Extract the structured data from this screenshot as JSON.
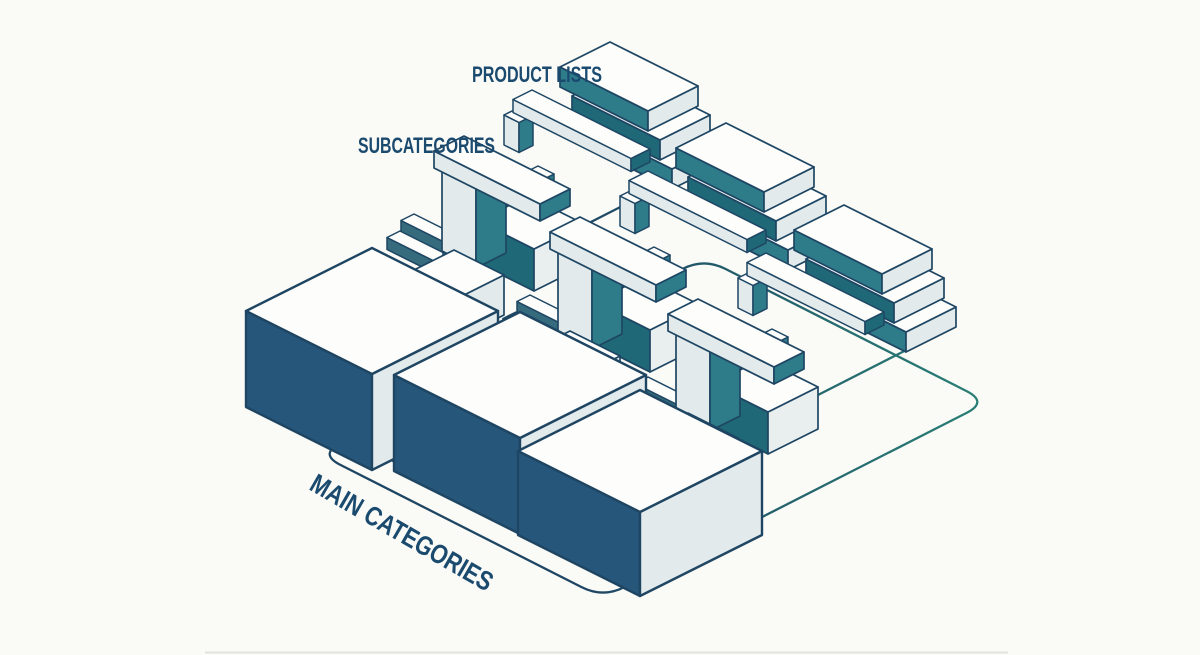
{
  "labels": {
    "product_lists": "PRODUCT LISTS",
    "subcategories": "SUBCATEGORIES",
    "main_categories": "MAIN CATEGORIES"
  },
  "diagram": {
    "type": "isometric-hierarchy",
    "description": "Isometric illustration of a three-level product taxonomy: large cubes for main categories on a rounded platform, teal boxes with bridge connectors for subcategories, and stacks of flat slabs for product lists",
    "levels": [
      {
        "id": "main-categories",
        "label": "MAIN CATEGORIES",
        "node_count": 3,
        "node_style": "large navy cube"
      },
      {
        "id": "subcategories",
        "label": "SUBCATEGORIES",
        "node_count": 3,
        "node_style": "teal box with bridge connector"
      },
      {
        "id": "product-lists",
        "label": "PRODUCT LISTS",
        "node_count": 3,
        "node_style": "stack of three slabs"
      }
    ]
  },
  "colors": {
    "background": "#fafaf7",
    "outline": "#1e4663",
    "navy_face": "#27567b",
    "teal_face": "#2e7b8a",
    "teal_deep": "#1f6878",
    "bar_face": "#366a7d",
    "light_face": "#e3eaec",
    "mint_face": "#e9efee",
    "top_face": "#fdfdfc",
    "plate_navy": "#1e4663",
    "plate_teal": "#2a8176",
    "label_text": "#1b4a6f"
  }
}
